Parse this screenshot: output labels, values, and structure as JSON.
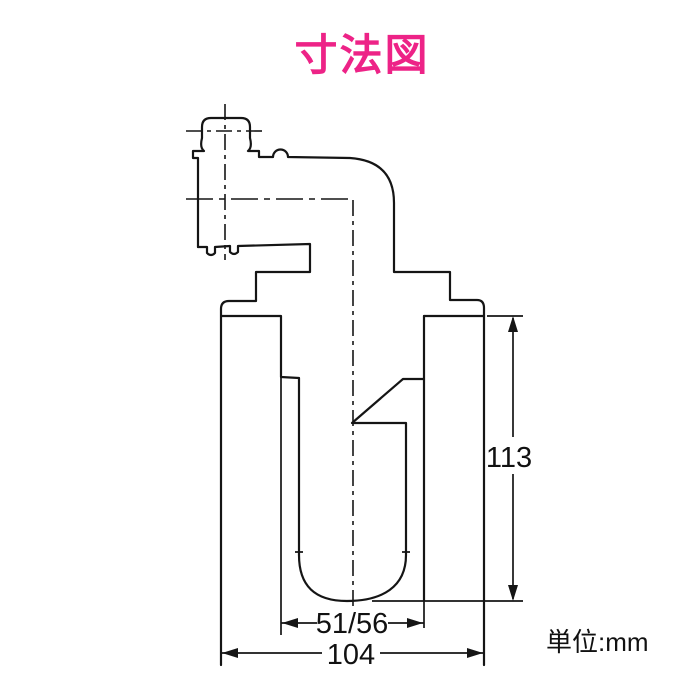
{
  "title": {
    "text": "寸法図",
    "color": "#ed2387"
  },
  "unit_label": "単位:mm",
  "drawing": {
    "type": "technical-dimension-drawing",
    "subject": "drain trap cross-section",
    "line_color": "#151515",
    "dimensions": {
      "height": "113",
      "tube_width": "51/56",
      "overall_width": "104"
    }
  }
}
